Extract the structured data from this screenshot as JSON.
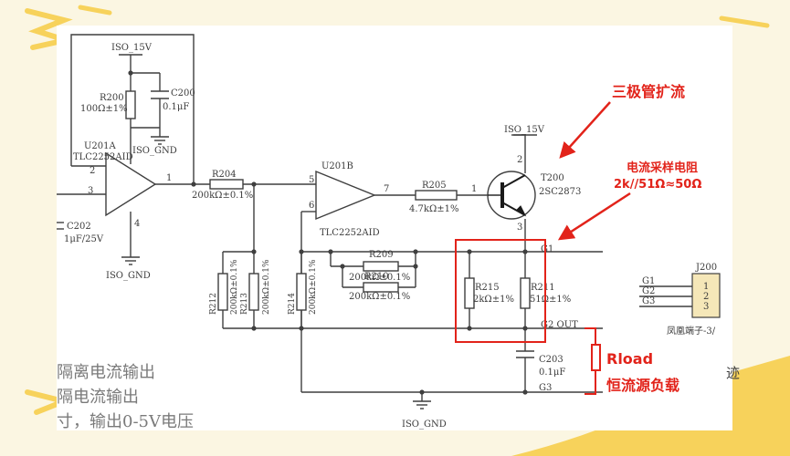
{
  "colors": {
    "background": "#fbf6e2",
    "panel": "#ffffff",
    "wire": "#3f3f3f",
    "annotation": "#e2231a",
    "yellow_accent": "#f7d25b",
    "side_text": "#7a7a7a"
  },
  "labels": {
    "iso15v_left": "ISO_15V",
    "iso15v_right": "ISO_15V",
    "r200": "R200",
    "r200_val": "100Ω±1%",
    "c200": "C200",
    "c200_val": "0.1μF",
    "iso_gnd_top": "ISO_GND",
    "u201a": "U201A",
    "u201a_part": "TLC2252AID",
    "pin2": "2",
    "pin3": "3",
    "pin4": "4",
    "pin1": "1",
    "c202": "C202",
    "c202_val": "1μF/25V",
    "iso_gnd_left": "ISO_GND",
    "r204": "R204",
    "r204_val": "200kΩ±0.1%",
    "u201b": "U201B",
    "u201b_part": "TLC2252AID",
    "pin5": "5",
    "pin6": "6",
    "pin7": "7",
    "r205": "R205",
    "r205_val": "4.7kΩ±1%",
    "t_pin1": "1",
    "t_pin2": "2",
    "t_pin3": "3",
    "t200": "T200",
    "t200_part": "2SC2873",
    "r209": "R209",
    "r209_val": "200kΩ±0.1%",
    "r210": "R210",
    "r210_val": "200kΩ±0.1%",
    "r212": "R212",
    "r212_val": "200kΩ±0.1%",
    "r213": "R213",
    "r213_val": "200kΩ±0.1%",
    "r214": "R214",
    "r214_val": "200kΩ±0.1%",
    "r215": "R215",
    "r215_val": "2kΩ±1%",
    "r211": "R211",
    "r211_val": "51Ω±1%",
    "g1": "G1",
    "g2_out": "G2  OUT",
    "g3": "G3",
    "c203": "C203",
    "c203_val": "0.1μF",
    "iso_gnd_bottom": "ISO_GND",
    "j200": "J200",
    "j_g1": "G1",
    "j_g2": "G2",
    "j_g3": "G3",
    "j_pin1": "1",
    "j_pin2": "2",
    "j_pin3": "3",
    "connector_name": "凤凰端子-3/",
    "side_char": "迹"
  },
  "annotations": {
    "triode": "三极管扩流",
    "sense_title": "电流采样电阻",
    "sense_formula": "2k//51Ω≈50Ω",
    "rload": "Rload",
    "load_desc": "恒流源负载"
  },
  "side_text": {
    "line1": "隔离电流输出",
    "line2": "隔电流输出",
    "line3": "寸，输出0-5V电压"
  }
}
